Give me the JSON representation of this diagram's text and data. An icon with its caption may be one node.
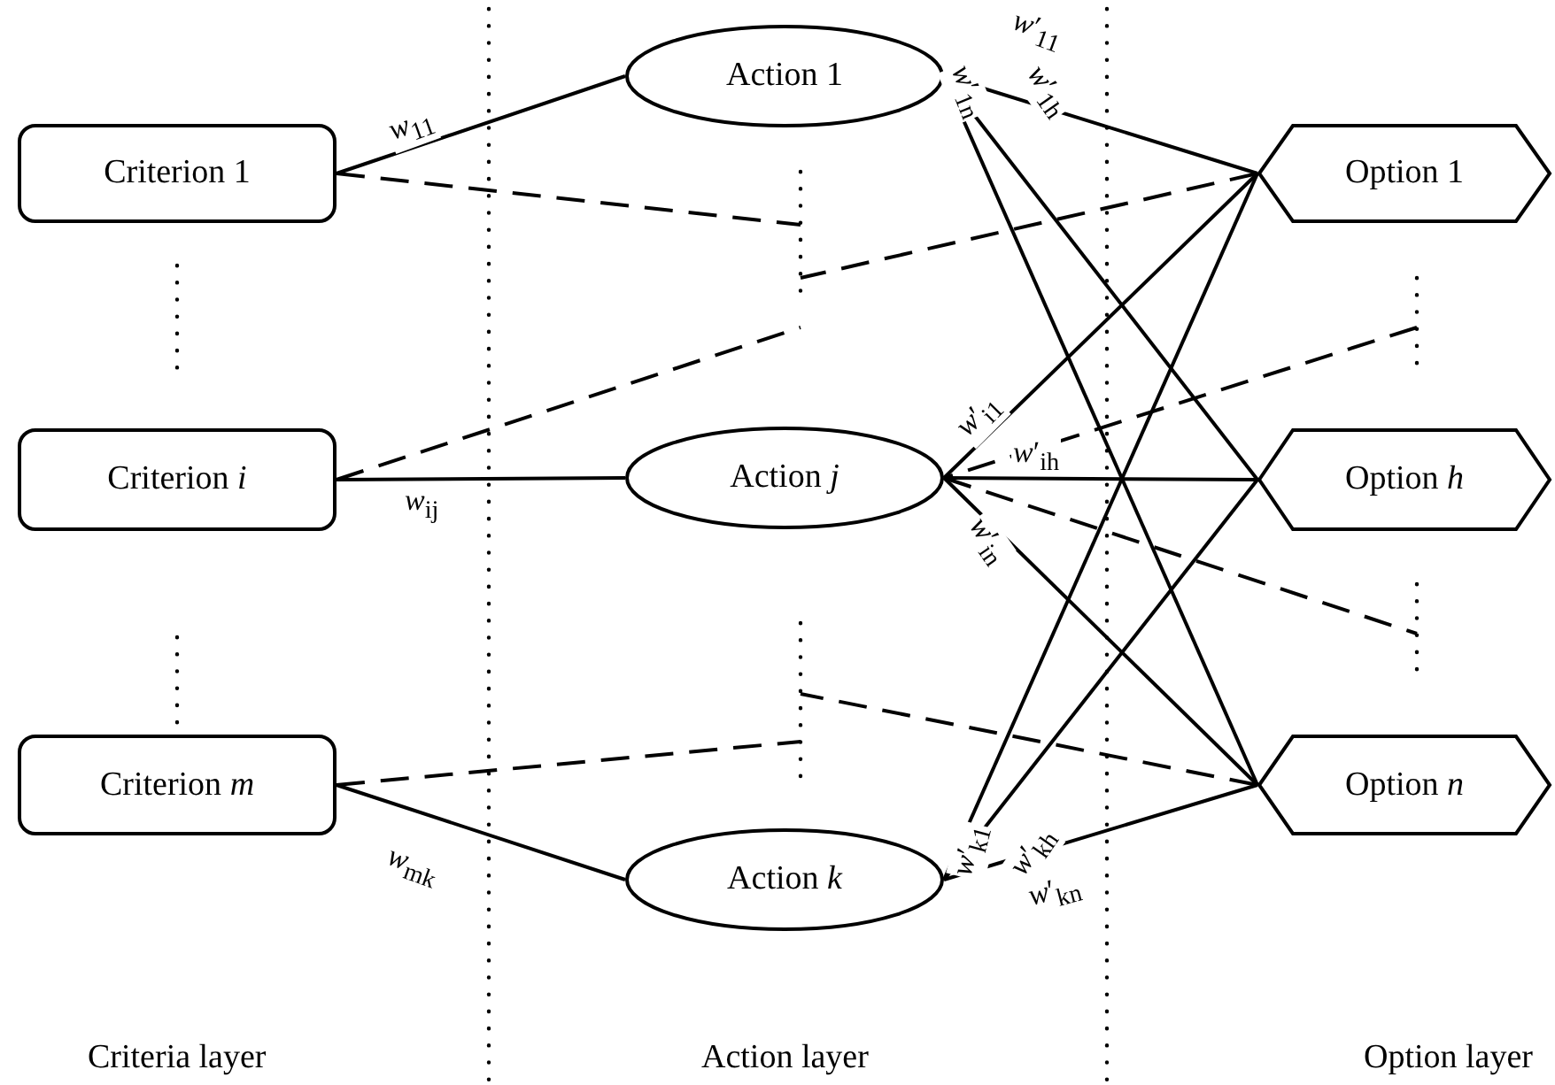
{
  "diagram": {
    "nodes": [
      {
        "text": [
          "Criterion 1"
        ]
      },
      {
        "text": [
          "Criterion *i*"
        ]
      },
      {
        "text": [
          "Criterion *m*"
        ]
      },
      {
        "text": [
          "Action 1"
        ]
      },
      {
        "text": [
          "Action *j*"
        ]
      },
      {
        "text": [
          "Action *k*"
        ]
      },
      {
        "text": [
          "Option 1"
        ]
      },
      {
        "text": [
          "Option *h*"
        ]
      },
      {
        "text": [
          "Option *n*"
        ]
      }
    ],
    "edges": [
      {
        "from": 0,
        "to": 3,
        "arrow": "none",
        "label": "*w*$_{11}$"
      },
      {
        "from": 0,
        "to": null,
        "arrow": "none",
        "style": "dashed"
      },
      {
        "from": 1,
        "to": null,
        "arrow": "none",
        "style": "dashed"
      },
      {
        "from": 1,
        "to": 4,
        "arrow": "none",
        "label": "*w*$_{ij}$"
      },
      {
        "from": 2,
        "to": null,
        "arrow": "none",
        "style": "dashed"
      },
      {
        "from": 2,
        "to": 5,
        "arrow": "none",
        "label": "*w*$_{mk}$"
      },
      {
        "from": 3,
        "to": 6,
        "arrow": "none",
        "label": "*w*′$_{11}$"
      },
      {
        "from": 3,
        "to": 7,
        "arrow": "none",
        "label": "*w*′$_{1h}$"
      },
      {
        "from": 3,
        "to": 8,
        "arrow": "none",
        "label": "*w*′$_{1n}$"
      },
      {
        "from": 4,
        "to": 6,
        "arrow": "none",
        "label": "*w*′$_{i1}$"
      },
      {
        "from": 4,
        "to": 7,
        "arrow": "none",
        "label": "*w*′$_{ih}$"
      },
      {
        "from": 4,
        "to": 8,
        "arrow": "none",
        "label": "*w*′$_{in}$"
      },
      {
        "from": 5,
        "to": 6,
        "arrow": "none",
        "label": "*w*′$_{k1}$"
      },
      {
        "from": 5,
        "to": 7,
        "arrow": "none",
        "label": "*w*′$_{kh}$"
      },
      {
        "from": 5,
        "to": 8,
        "arrow": "none",
        "label": "*w*′$_{kn}$"
      },
      {
        "from": 6,
        "to": null,
        "arrow": "none",
        "style": "dashed"
      },
      {
        "from": null,
        "to": 4,
        "arrow": "none",
        "style": "dashed"
      },
      {
        "from": 4,
        "to": null,
        "arrow": "none",
        "style": "dashed"
      },
      {
        "from": 8,
        "to": null,
        "arrow": "none",
        "style": "dashed"
      }
    ],
    "labels": [
      "Criteria layer",
      "Action layer",
      "Option layer"
    ]
  }
}
